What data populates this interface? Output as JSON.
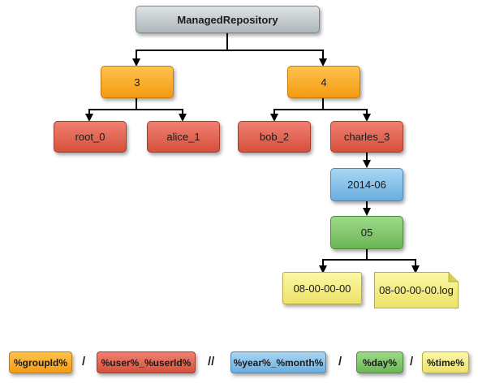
{
  "tree": {
    "root": "ManagedRepository",
    "groups": [
      "3",
      "4"
    ],
    "users": [
      "root_0",
      "alice_1",
      "bob_2",
      "charles_3"
    ],
    "year_month": "2014-06",
    "day": "05",
    "time": "08-00-00-00",
    "log": "08-00-00-00.log"
  },
  "legend": {
    "group": "%groupId%",
    "sep1": "/",
    "user": "%user%_%userId%",
    "sep2": "//",
    "yearmonth": "%year%_%month%",
    "sep3": "/",
    "day": "%day%",
    "sep4": "/",
    "time": "%time%"
  }
}
